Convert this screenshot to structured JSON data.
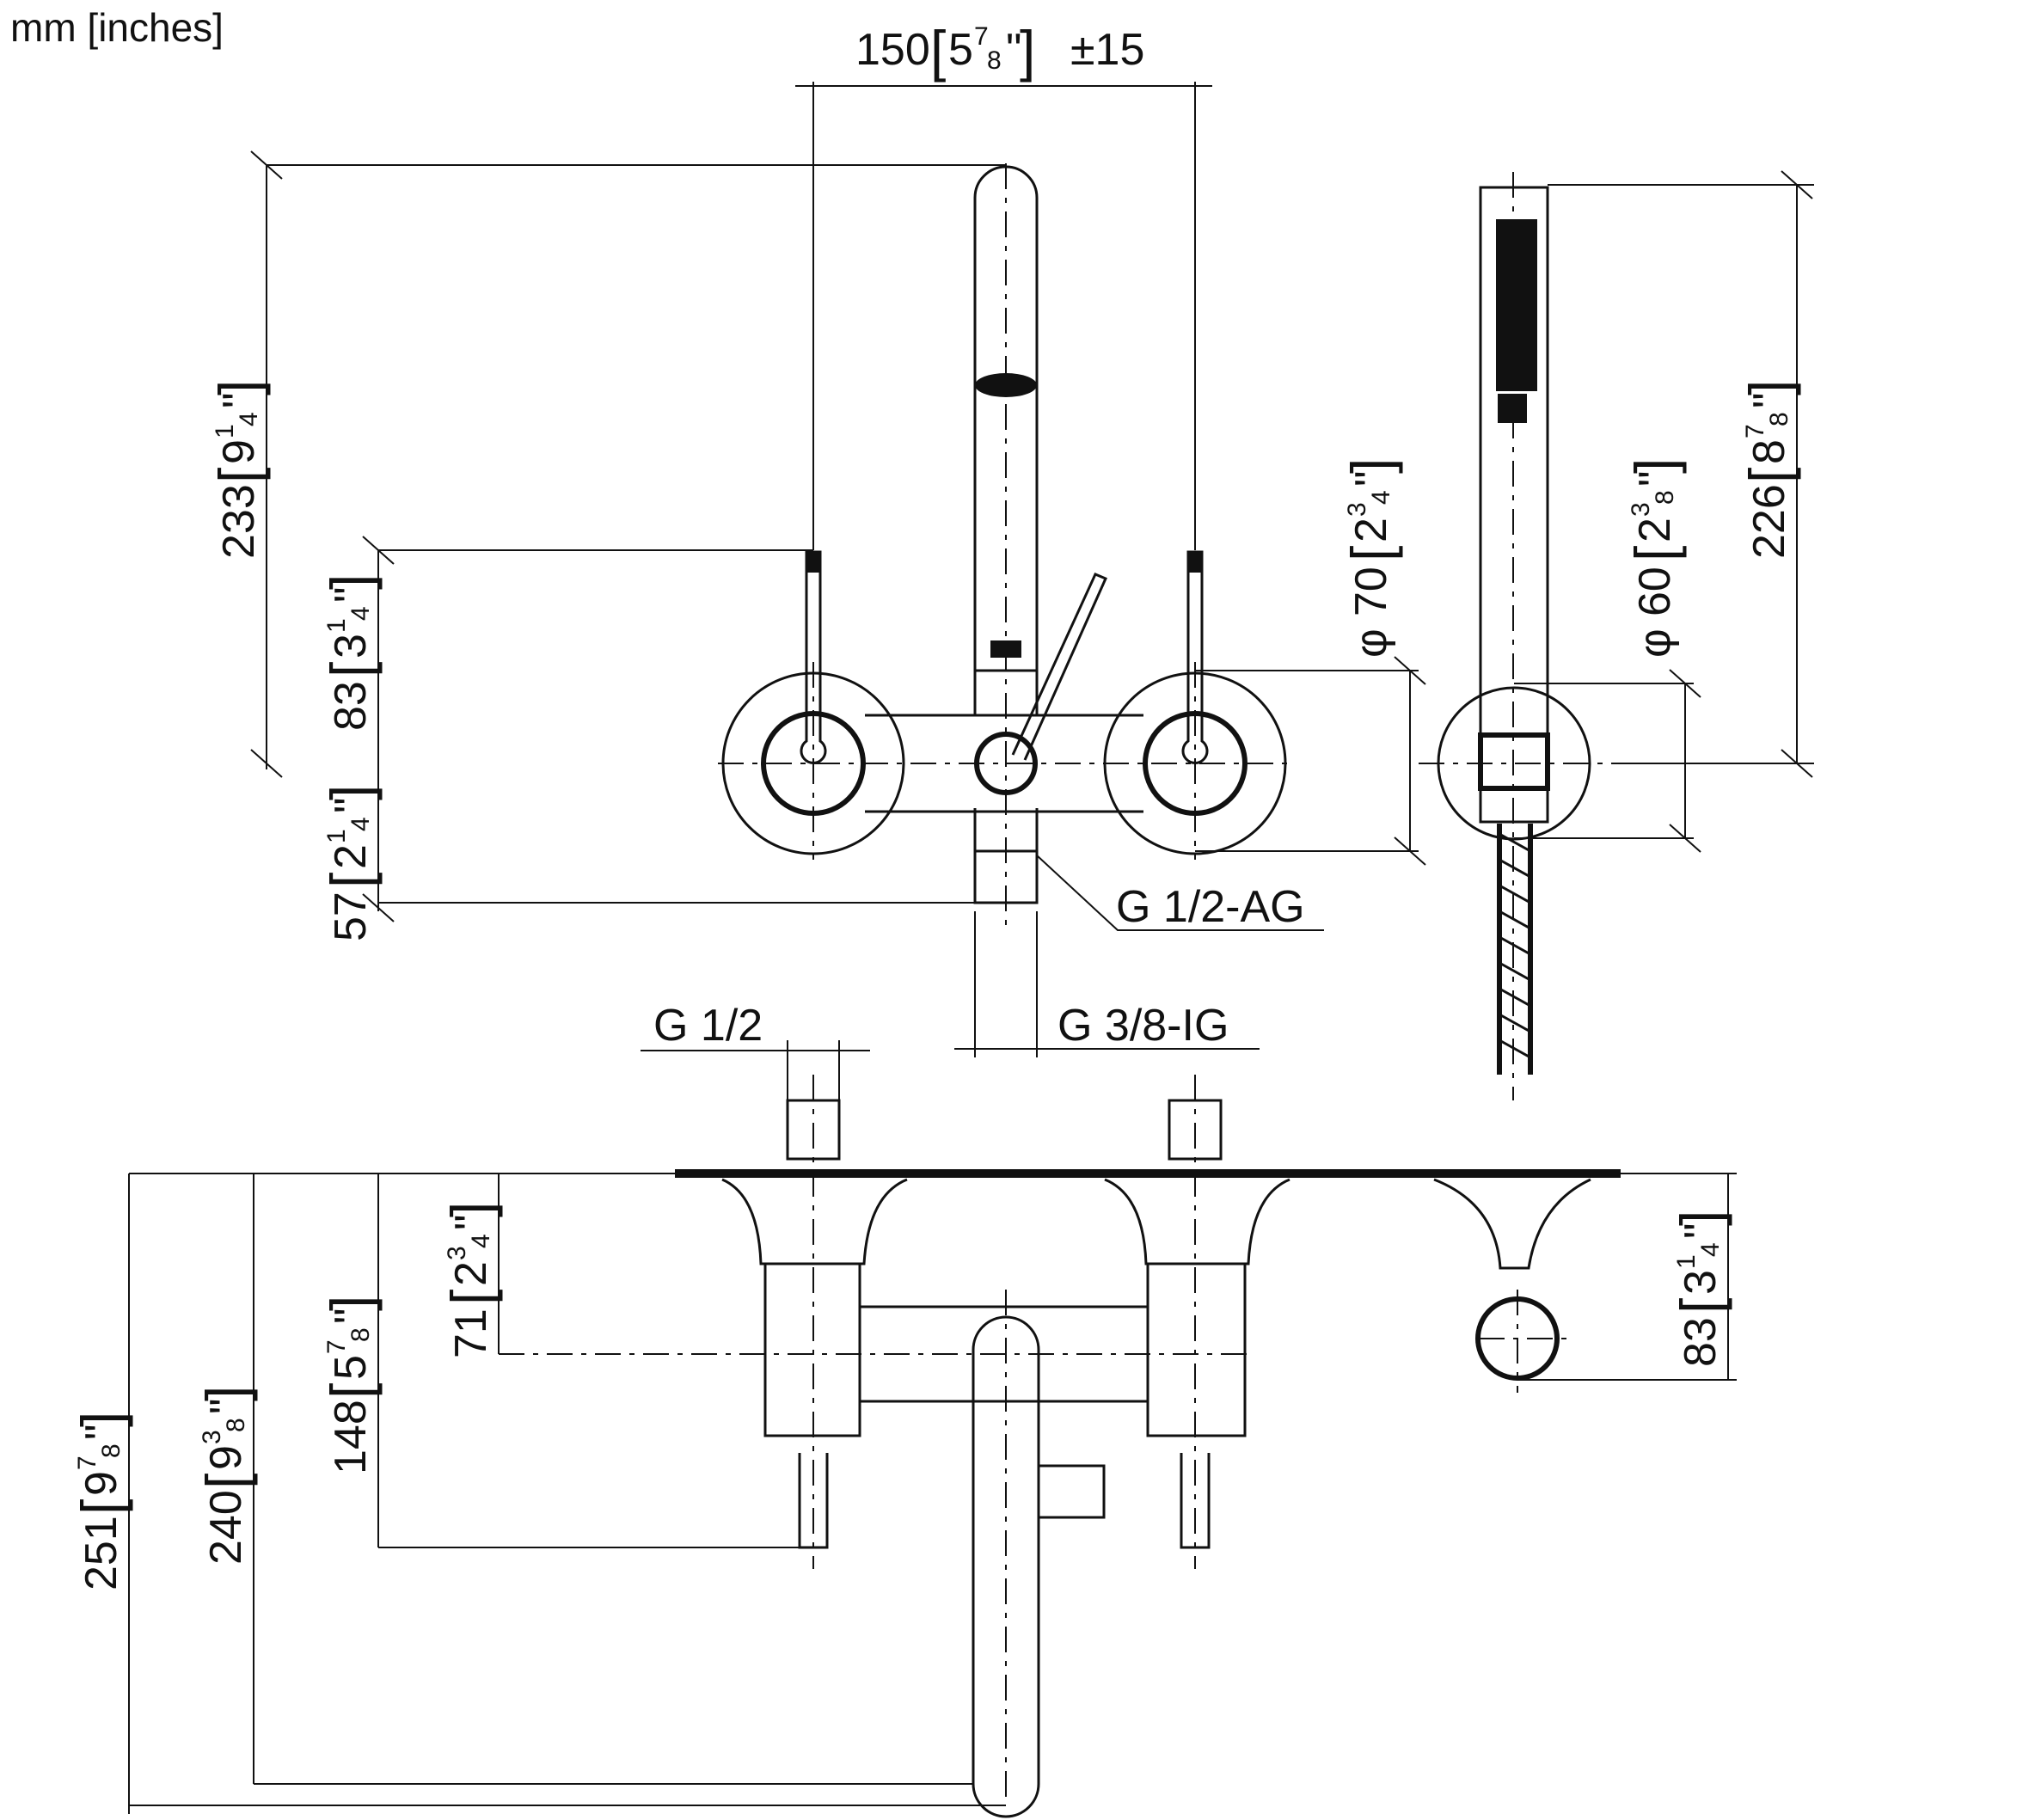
{
  "units_label": "mm [inches]",
  "top_width": {
    "mm": "150",
    "whole": "5",
    "num": "7",
    "den": "8",
    "tolerance": "±15"
  },
  "left_height_total": {
    "mm": "233",
    "whole": "9",
    "num": "1",
    "den": "4"
  },
  "left_height_upper": {
    "mm": "83",
    "whole": "3",
    "num": "1",
    "den": "4"
  },
  "left_height_lower": {
    "mm": "57",
    "whole": "2",
    "num": "1",
    "den": "4"
  },
  "rosette_dia": {
    "sym": "φ",
    "mm": "70",
    "whole": "2",
    "num": "3",
    "den": "4"
  },
  "holder_dia": {
    "sym": "φ",
    "mm": "60",
    "whole": "2",
    "num": "3",
    "den": "8"
  },
  "shower_length": {
    "mm": "226",
    "whole": "8",
    "num": "7",
    "den": "8"
  },
  "threads": {
    "outlet": "G 1/2-AG",
    "inlet": "G 1/2",
    "spout": "G 3/8-IG"
  },
  "side_total": {
    "mm": "251",
    "whole": "9",
    "num": "7",
    "den": "8"
  },
  "side_spout": {
    "mm": "240",
    "whole": "9",
    "num": "3",
    "den": "8"
  },
  "side_valve": {
    "mm": "148",
    "whole": "5",
    "num": "7",
    "den": "8"
  },
  "side_axis": {
    "mm": "71",
    "whole": "2",
    "num": "3",
    "den": "4"
  },
  "side_holder": {
    "mm": "83",
    "whole": "3",
    "num": "1",
    "den": "4"
  }
}
